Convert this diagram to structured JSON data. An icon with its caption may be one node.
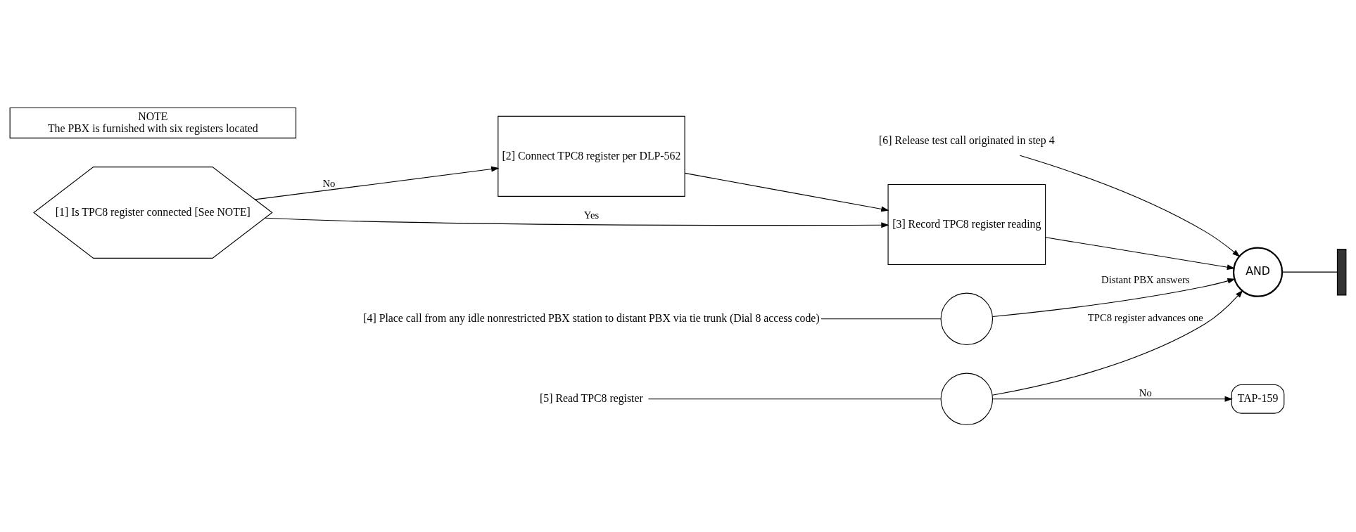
{
  "diagram": {
    "nodes": [
      {
        "text": [
          "[1] Is TPC8 register connected [See NOTE]"
        ]
      },
      {
        "text": [
          "[2] Connect TPC8 register per DLP-562"
        ]
      },
      {
        "text": [
          "[3] Record TPC8 register reading"
        ]
      },
      {
        "text": [
          "[4] Place call from any idle nonrestricted PBX station to distant PBX via tie trunk (Dial 8 access code)"
        ]
      },
      {
        "text": [],
        "shape": "circle"
      },
      {
        "text": [
          "[5] Read TPC8 register"
        ]
      },
      {
        "text": [],
        "shape": "circle"
      },
      {
        "text": [
          "TAP-159"
        ]
      },
      {
        "text": [
          "[6] Release test call originated in step 4"
        ]
      },
      {
        "text": [
          "AND"
        ]
      },
      {
        "text": [],
        "shape": "bar"
      },
      {
        "text": [
          "NOTE",
          "The PBX is furnished with six registers located"
        ]
      }
    ],
    "edges": [
      {
        "from": 0,
        "to": 2,
        "arrow": "to",
        "label": "Yes"
      },
      {
        "from": 0,
        "to": 1,
        "arrow": "to",
        "label": "No"
      },
      {
        "from": 1,
        "to": 2,
        "arrow": "to"
      },
      {
        "from": 2,
        "to": 9,
        "arrow": "to"
      },
      {
        "from": 3,
        "to": 4,
        "arrow": "none"
      },
      {
        "from": 4,
        "to": 9,
        "arrow": "to",
        "label": "Distant PBX answers"
      },
      {
        "from": 5,
        "to": 6,
        "arrow": "none"
      },
      {
        "from": 6,
        "to": 9,
        "arrow": "to",
        "label": "TPC8 register advances one"
      },
      {
        "from": 6,
        "to": 7,
        "arrow": "to",
        "label": "No"
      },
      {
        "from": 8,
        "to": 9,
        "arrow": "to"
      },
      {
        "from": 9,
        "to": 10,
        "arrow": "none"
      }
    ]
  }
}
